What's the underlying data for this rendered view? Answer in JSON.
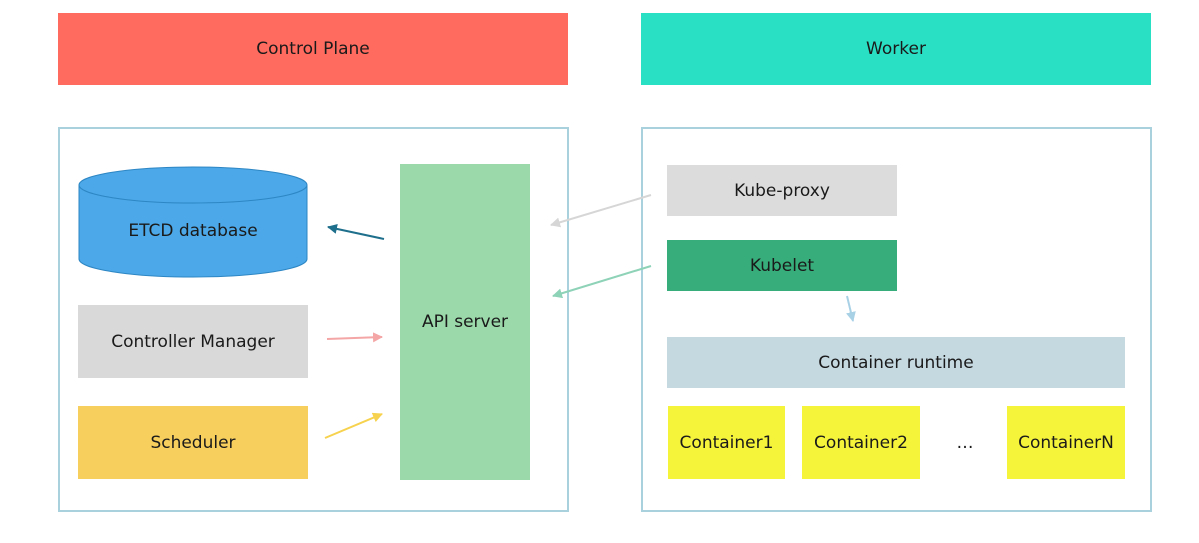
{
  "control_plane": {
    "title": "Control Plane",
    "components": {
      "etcd": "ETCD database",
      "controller_manager": "Controller Manager",
      "scheduler": "Scheduler",
      "api_server": "API server"
    }
  },
  "worker": {
    "title": "Worker",
    "components": {
      "kube_proxy": "Kube-proxy",
      "kubelet": "Kubelet",
      "container_runtime": "Container runtime",
      "containers": [
        "Container1",
        "Container2",
        "…",
        "ContainerN"
      ]
    }
  },
  "colors": {
    "control_plane_header": "#ff6b5f",
    "worker_header": "#2ae0c4",
    "panel_border": "#a9d1dd",
    "etcd": "#4ca8e8",
    "controller_manager": "#d9d9d9",
    "scheduler": "#f7cf5c",
    "api_server": "#9bd9aa",
    "kube_proxy": "#dcdcdc",
    "kubelet": "#36ad7a",
    "container_runtime": "#c5d9e1",
    "container": "#f6f43a",
    "arrow_etcd": "#1e6f8c",
    "arrow_controller": "#f4a6a6",
    "arrow_scheduler": "#f6d24e",
    "arrow_kube_proxy": "#d6d6d6",
    "arrow_kubelet": "#8ed2b8",
    "arrow_runtime": "#a9d1e6"
  }
}
